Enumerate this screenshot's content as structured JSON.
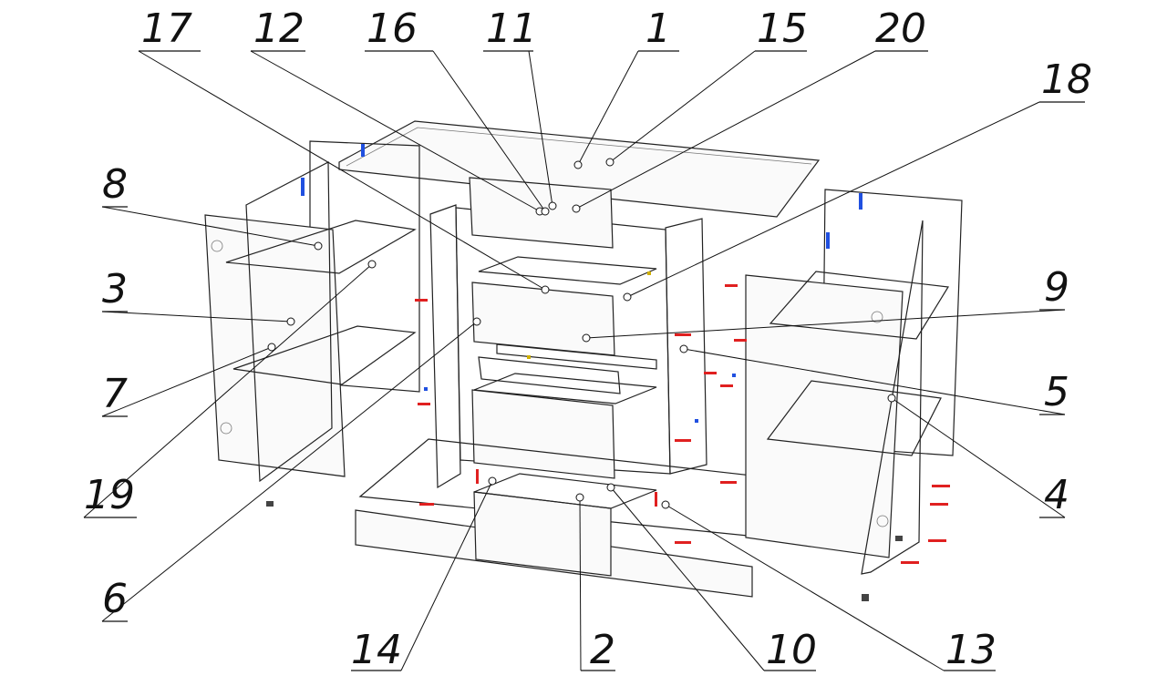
{
  "callouts": [
    {
      "id": "c17",
      "label": "17"
    },
    {
      "id": "c12",
      "label": "12"
    },
    {
      "id": "c16",
      "label": "16"
    },
    {
      "id": "c11",
      "label": "11"
    },
    {
      "id": "c1",
      "label": "1"
    },
    {
      "id": "c15",
      "label": "15"
    },
    {
      "id": "c20",
      "label": "20"
    },
    {
      "id": "c18",
      "label": "18"
    },
    {
      "id": "c8",
      "label": "8"
    },
    {
      "id": "c3",
      "label": "3"
    },
    {
      "id": "c9",
      "label": "9"
    },
    {
      "id": "c7",
      "label": "7"
    },
    {
      "id": "c5",
      "label": "5"
    },
    {
      "id": "c19",
      "label": "19"
    },
    {
      "id": "c4",
      "label": "4"
    },
    {
      "id": "c6",
      "label": "6"
    },
    {
      "id": "c14",
      "label": "14"
    },
    {
      "id": "c2",
      "label": "2"
    },
    {
      "id": "c10",
      "label": "10"
    },
    {
      "id": "c13",
      "label": "13"
    }
  ]
}
